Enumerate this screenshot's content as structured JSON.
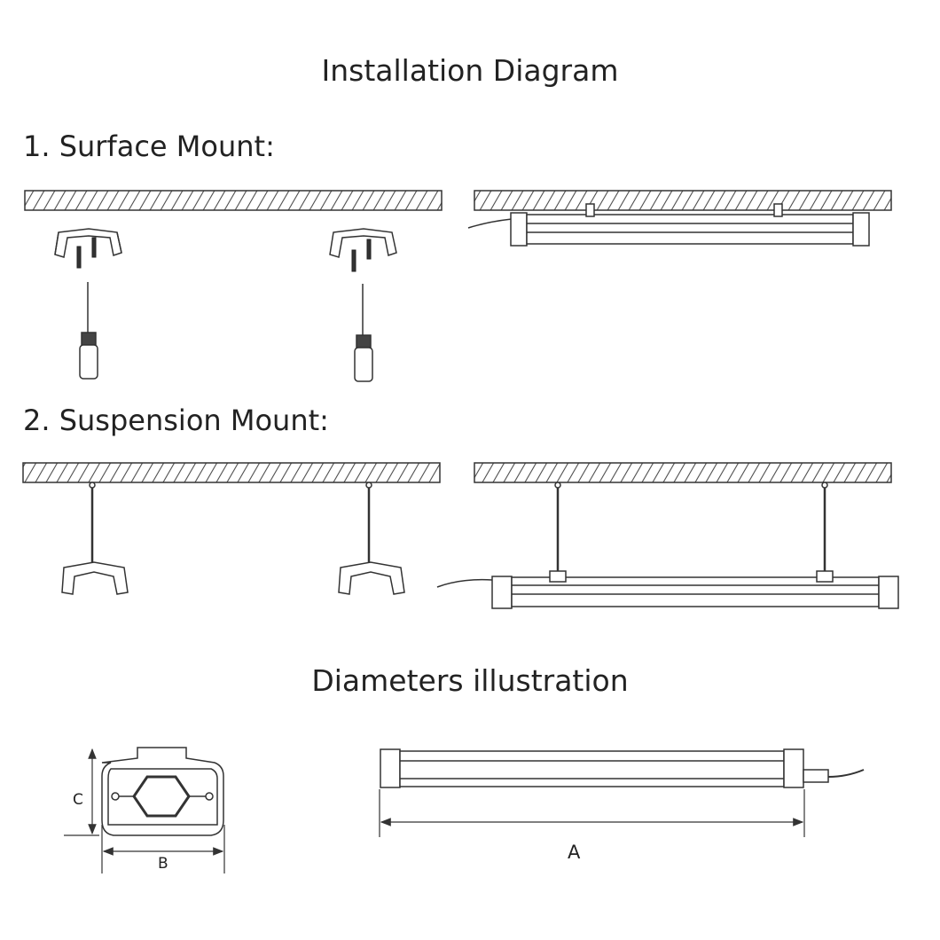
{
  "title": "Installation Diagram",
  "sections": {
    "surface": "1. Surface Mount:",
    "suspension": "2. Suspension Mount:",
    "dimensions": "Diameters illustration"
  },
  "dimension_labels": {
    "a": "A",
    "b": "B",
    "c": "C"
  },
  "colors": {
    "line": "#333333",
    "fill": "#ffffff"
  }
}
